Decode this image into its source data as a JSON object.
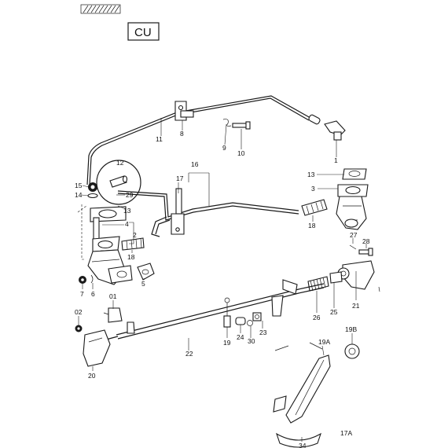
{
  "header": {
    "code": "CU"
  },
  "callouts": [
    {
      "id": "c1",
      "text": "1"
    },
    {
      "id": "c2",
      "text": "2"
    },
    {
      "id": "c3",
      "text": "3"
    },
    {
      "id": "c4",
      "text": "4"
    },
    {
      "id": "c5",
      "text": "5"
    },
    {
      "id": "c6",
      "text": "6"
    },
    {
      "id": "c7",
      "text": "7"
    },
    {
      "id": "c8",
      "text": "8"
    },
    {
      "id": "c9",
      "text": "9"
    },
    {
      "id": "c10",
      "text": "10"
    },
    {
      "id": "c11",
      "text": "11"
    },
    {
      "id": "c12",
      "text": "12"
    },
    {
      "id": "c13a",
      "text": "13"
    },
    {
      "id": "c13b",
      "text": "13"
    },
    {
      "id": "c14",
      "text": "14"
    },
    {
      "id": "c15",
      "text": "15"
    },
    {
      "id": "c16",
      "text": "16"
    },
    {
      "id": "c17",
      "text": "17"
    },
    {
      "id": "c18a",
      "text": "18"
    },
    {
      "id": "c18b",
      "text": "18"
    },
    {
      "id": "c19",
      "text": "19"
    },
    {
      "id": "c19a",
      "text": "19A"
    },
    {
      "id": "c19b",
      "text": "19B"
    },
    {
      "id": "c20",
      "text": "20"
    },
    {
      "id": "c21",
      "text": "21"
    },
    {
      "id": "c22",
      "text": "22"
    },
    {
      "id": "c23",
      "text": "23"
    },
    {
      "id": "c24",
      "text": "24"
    },
    {
      "id": "c25",
      "text": "25"
    },
    {
      "id": "c26",
      "text": "26"
    },
    {
      "id": "c27",
      "text": "27"
    },
    {
      "id": "c28",
      "text": "28"
    },
    {
      "id": "c29",
      "text": "29"
    },
    {
      "id": "c30",
      "text": "30"
    },
    {
      "id": "c01",
      "text": "01"
    },
    {
      "id": "c02",
      "text": "02"
    },
    {
      "id": "c34",
      "text": "34"
    },
    {
      "id": "c17a",
      "text": "17A"
    }
  ]
}
